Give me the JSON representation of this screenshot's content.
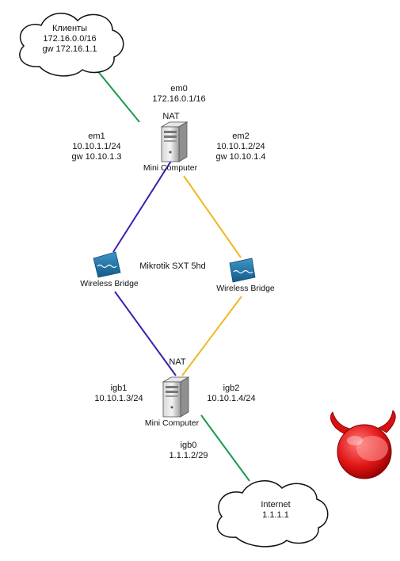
{
  "colors": {
    "link_green": "#1a9a4f",
    "link_blue": "#3b1fb0",
    "link_yellow": "#f0b820",
    "bridge_blue": "#1d6fa3",
    "server_gray": "#b9b9b9"
  },
  "clouds": {
    "clients": {
      "line1": "Клиенты",
      "line2": "172.16.0.0/16",
      "line3": "gw 172.16.1.1"
    },
    "internet": {
      "line1": "Internet",
      "line2": "1.1.1.1"
    }
  },
  "server_top": {
    "nat": "NAT",
    "name": "Mini Computer",
    "em0": {
      "name": "em0",
      "ip": "172.16.0.1/16"
    },
    "em1": {
      "name": "em1",
      "ip": "10.10.1.1/24",
      "gw": "gw 10.10.1.3"
    },
    "em2": {
      "name": "em2",
      "ip": "10.10.1.2/24",
      "gw": "gw 10.10.1.4"
    }
  },
  "server_bottom": {
    "nat": "NAT",
    "name": "Mini Computer",
    "igb1": {
      "name": "igb1",
      "ip": "10.10.1.3/24"
    },
    "igb2": {
      "name": "igb2",
      "ip": "10.10.1.4/24"
    },
    "igb0": {
      "name": "igb0",
      "ip": "1.1.1.2/29"
    }
  },
  "bridges": {
    "left": {
      "name": "Wireless Bridge"
    },
    "right": {
      "name": "Wireless Bridge"
    },
    "model": "Mikrotik SXT 5hd"
  },
  "icons": {
    "server": "server-icon",
    "bridge": "wireless-bridge-icon",
    "cloud": "cloud-icon",
    "logo": "freebsd-logo-icon"
  }
}
